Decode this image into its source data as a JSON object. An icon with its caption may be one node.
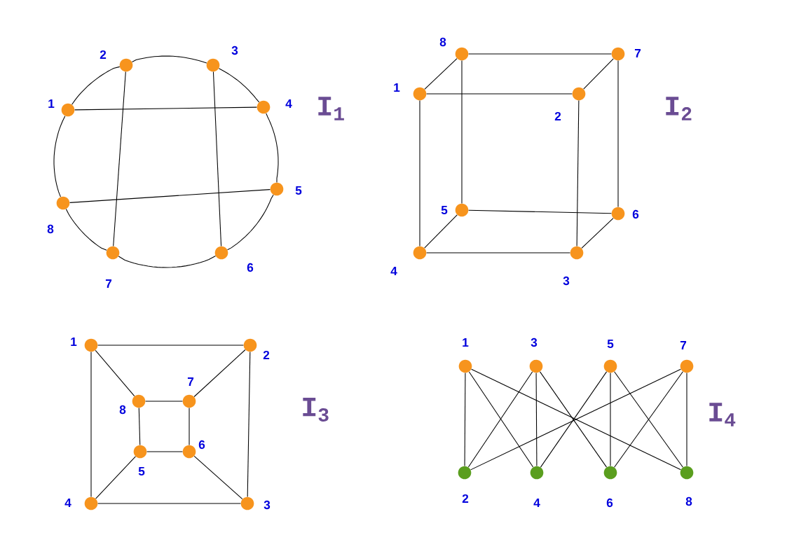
{
  "diagram": {
    "nodes": [
      {
        "text": [],
        "shape": "circle",
        "beside": [
          "1"
        ]
      },
      {
        "text": [],
        "shape": "circle",
        "beside": [
          "2"
        ]
      },
      {
        "text": [],
        "shape": "circle",
        "beside": [
          "3"
        ]
      },
      {
        "text": [],
        "shape": "circle",
        "beside": [
          "4"
        ]
      },
      {
        "text": [],
        "shape": "circle",
        "beside": [
          "5"
        ]
      },
      {
        "text": [],
        "shape": "circle",
        "beside": [
          "6"
        ]
      },
      {
        "text": [],
        "shape": "circle",
        "beside": [
          "7"
        ]
      },
      {
        "text": [],
        "shape": "circle",
        "beside": [
          "8"
        ]
      },
      {
        "text": [],
        "shape": "circle",
        "beside": [
          "1"
        ]
      },
      {
        "text": [],
        "shape": "circle",
        "beside": [
          "2"
        ]
      },
      {
        "text": [],
        "shape": "circle",
        "beside": [
          "3"
        ]
      },
      {
        "text": [],
        "shape": "circle",
        "beside": [
          "4"
        ]
      },
      {
        "text": [],
        "shape": "circle",
        "beside": [
          "5"
        ]
      },
      {
        "text": [],
        "shape": "circle",
        "beside": [
          "6"
        ]
      },
      {
        "text": [],
        "shape": "circle",
        "beside": [
          "7"
        ]
      },
      {
        "text": [],
        "shape": "circle",
        "beside": [
          "8"
        ]
      },
      {
        "text": [],
        "shape": "circle",
        "beside": [
          "1"
        ]
      },
      {
        "text": [],
        "shape": "circle",
        "beside": [
          "2"
        ]
      },
      {
        "text": [],
        "shape": "circle",
        "beside": [
          "3"
        ]
      },
      {
        "text": [],
        "shape": "circle",
        "beside": [
          "4"
        ]
      },
      {
        "text": [],
        "shape": "circle",
        "beside": [
          "5"
        ]
      },
      {
        "text": [],
        "shape": "circle",
        "beside": [
          "6"
        ]
      },
      {
        "text": [],
        "shape": "circle",
        "beside": [
          "7"
        ]
      },
      {
        "text": [],
        "shape": "circle",
        "beside": [
          "8"
        ]
      },
      {
        "text": [],
        "shape": "circle",
        "beside": [
          "1"
        ]
      },
      {
        "text": [],
        "shape": "circle",
        "beside": [
          "2"
        ]
      },
      {
        "text": [],
        "shape": "circle",
        "beside": [
          "3"
        ]
      },
      {
        "text": [],
        "shape": "circle",
        "beside": [
          "4"
        ]
      },
      {
        "text": [],
        "shape": "circle",
        "beside": [
          "5"
        ]
      },
      {
        "text": [],
        "shape": "circle",
        "beside": [
          "6"
        ]
      },
      {
        "text": [],
        "shape": "circle",
        "beside": [
          "7"
        ]
      },
      {
        "text": [],
        "shape": "circle",
        "beside": [
          "8"
        ]
      }
    ],
    "edges": [
      {
        "from": 0,
        "to": 1,
        "arrow": "none"
      },
      {
        "from": 1,
        "to": 2,
        "arrow": "none"
      },
      {
        "from": 2,
        "to": 3,
        "arrow": "none"
      },
      {
        "from": 3,
        "to": 4,
        "arrow": "none"
      },
      {
        "from": 4,
        "to": 5,
        "arrow": "none"
      },
      {
        "from": 5,
        "to": 6,
        "arrow": "none"
      },
      {
        "from": 6,
        "to": 7,
        "arrow": "none"
      },
      {
        "from": 7,
        "to": 0,
        "arrow": "none"
      },
      {
        "from": 0,
        "to": 3,
        "arrow": "none"
      },
      {
        "from": 1,
        "to": 6,
        "arrow": "none"
      },
      {
        "from": 2,
        "to": 5,
        "arrow": "none"
      },
      {
        "from": 7,
        "to": 4,
        "arrow": "none"
      },
      {
        "from": 8,
        "to": 9,
        "arrow": "none"
      },
      {
        "from": 8,
        "to": 15,
        "arrow": "none"
      },
      {
        "from": 8,
        "to": 11,
        "arrow": "none"
      },
      {
        "from": 9,
        "to": 14,
        "arrow": "none"
      },
      {
        "from": 9,
        "to": 10,
        "arrow": "none"
      },
      {
        "from": 15,
        "to": 14,
        "arrow": "none"
      },
      {
        "from": 15,
        "to": 12,
        "arrow": "none"
      },
      {
        "from": 14,
        "to": 13,
        "arrow": "none"
      },
      {
        "from": 12,
        "to": 13,
        "arrow": "none"
      },
      {
        "from": 12,
        "to": 11,
        "arrow": "none"
      },
      {
        "from": 11,
        "to": 10,
        "arrow": "none"
      },
      {
        "from": 10,
        "to": 13,
        "arrow": "none"
      },
      {
        "from": 16,
        "to": 17,
        "arrow": "none"
      },
      {
        "from": 17,
        "to": 18,
        "arrow": "none"
      },
      {
        "from": 18,
        "to": 19,
        "arrow": "none"
      },
      {
        "from": 19,
        "to": 16,
        "arrow": "none"
      },
      {
        "from": 16,
        "to": 23,
        "arrow": "none"
      },
      {
        "from": 17,
        "to": 22,
        "arrow": "none"
      },
      {
        "from": 18,
        "to": 21,
        "arrow": "none"
      },
      {
        "from": 19,
        "to": 20,
        "arrow": "none"
      },
      {
        "from": 23,
        "to": 22,
        "arrow": "none"
      },
      {
        "from": 22,
        "to": 21,
        "arrow": "none"
      },
      {
        "from": 21,
        "to": 20,
        "arrow": "none"
      },
      {
        "from": 20,
        "to": 23,
        "arrow": "none"
      },
      {
        "from": 24,
        "to": 25,
        "arrow": "none"
      },
      {
        "from": 24,
        "to": 27,
        "arrow": "none"
      },
      {
        "from": 24,
        "to": 31,
        "arrow": "none"
      },
      {
        "from": 26,
        "to": 25,
        "arrow": "none"
      },
      {
        "from": 26,
        "to": 27,
        "arrow": "none"
      },
      {
        "from": 26,
        "to": 29,
        "arrow": "none"
      },
      {
        "from": 28,
        "to": 27,
        "arrow": "none"
      },
      {
        "from": 28,
        "to": 29,
        "arrow": "none"
      },
      {
        "from": 28,
        "to": 31,
        "arrow": "none"
      },
      {
        "from": 30,
        "to": 25,
        "arrow": "none"
      },
      {
        "from": 30,
        "to": 29,
        "arrow": "none"
      },
      {
        "from": 30,
        "to": 31,
        "arrow": "none"
      }
    ],
    "labels": [
      "I$_{1}$",
      "I$_{2}$",
      "I$_{3}$",
      "I$_{4}$"
    ]
  }
}
